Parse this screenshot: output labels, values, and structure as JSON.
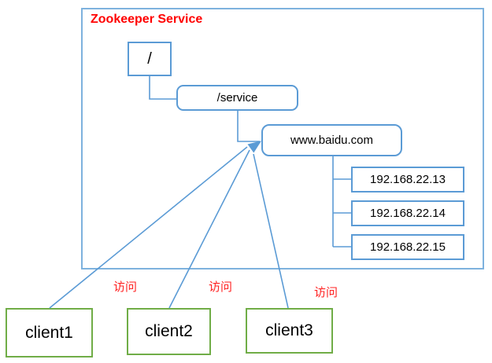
{
  "diagram": {
    "title": "Zookeeper Service",
    "nodes": {
      "root": "/",
      "service": "/service",
      "domain": "www.baidu.com",
      "ips": [
        "192.168.22.13",
        "192.168.22.14",
        "192.168.22.15"
      ]
    },
    "clients": [
      "client1",
      "client2",
      "client3"
    ],
    "access_labels": [
      "访问",
      "访问",
      "访问"
    ],
    "colors": {
      "container_border": "#7EB2DE",
      "node_border": "#5B9BD5",
      "connector": "#5B9BD5",
      "client_border": "#70AD47",
      "title_color": "#FF0000",
      "access_color": "#FF2222",
      "text_color": "#000000"
    }
  }
}
